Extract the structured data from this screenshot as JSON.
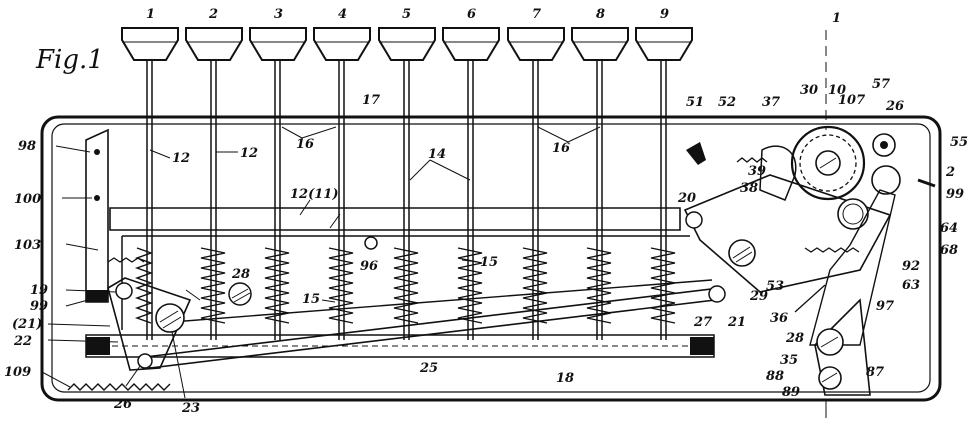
{
  "figure_label": "Fig.1",
  "keys": [
    "1",
    "2",
    "3",
    "4",
    "5",
    "6",
    "7",
    "8",
    "9"
  ],
  "labels": {
    "l1_top": "1",
    "l98": "98",
    "l100": "100",
    "l103": "103",
    "l19": "19",
    "l99": "99",
    "l21p": "(21)",
    "l22": "22",
    "l109": "109",
    "l26": "26",
    "l23": "23",
    "l28": "28",
    "l96": "96",
    "l15a": "15",
    "l15b": "15",
    "l25": "25",
    "l18": "18",
    "l12a": "12",
    "l12b": "12",
    "l12_11": "12(11)",
    "l16a": "16",
    "l16b": "16",
    "l17": "17",
    "l14": "14",
    "l51": "51",
    "l52": "52",
    "l37": "37",
    "l39": "39",
    "l38": "38",
    "l20": "20",
    "l30": "30",
    "l10": "10",
    "l107": "107",
    "l57": "57",
    "l26b": "26",
    "l55": "55",
    "l2": "2",
    "l99b": "99",
    "l64": "64",
    "l68": "68",
    "l92": "92",
    "l63": "63",
    "l97": "97",
    "l53": "53",
    "l27": "27",
    "l21": "21",
    "l29": "29",
    "l36": "36",
    "l28b": "28",
    "l35": "35",
    "l88": "88",
    "l89": "89",
    "l87": "87"
  }
}
